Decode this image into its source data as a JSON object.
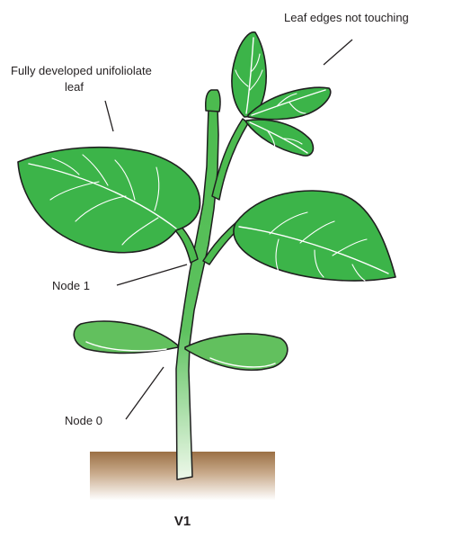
{
  "labels": {
    "trifoliolate": "Leaf edges not touching",
    "unifoliolate_line1": "Fully developed unifoliolate",
    "unifoliolate_line2": "leaf",
    "node1": "Node 1",
    "node0": "Node 0"
  },
  "stage_title": "V1",
  "colors": {
    "leaf_green": "#3cb449",
    "stem_green": "#4cbb4f",
    "cotyledon_green": "#62c05e",
    "soil_top": "#9b7045",
    "soil_bottom": "#ffffff",
    "outline": "#1f1f1f"
  }
}
